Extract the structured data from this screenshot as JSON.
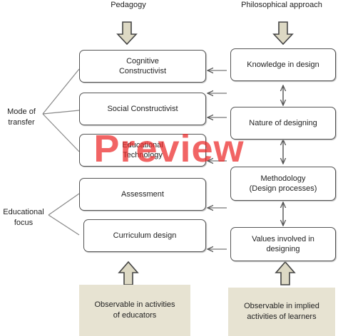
{
  "headers": {
    "pedagogy": "Pedagogy",
    "philosophical": "Philosophical approach"
  },
  "pedagogy_boxes": [
    {
      "line1": "Cognitive",
      "line2": "Constructivist"
    },
    {
      "line1": "Social Constructivist",
      "line2": ""
    },
    {
      "line1": "Educational",
      "line2": "Technology"
    },
    {
      "line1": "Assessment",
      "line2": ""
    },
    {
      "line1": "Curriculum design",
      "line2": ""
    }
  ],
  "philosophy_boxes": [
    {
      "line1": "Knowledge in design",
      "line2": ""
    },
    {
      "line1": "Nature of designing",
      "line2": ""
    },
    {
      "line1": "Methodology",
      "line2": "(Design processes)"
    },
    {
      "line1": "Values involved in",
      "line2": "designing"
    }
  ],
  "side_labels": {
    "mode_of_transfer": {
      "line1": "Mode of",
      "line2": "transfer"
    },
    "educational_focus": {
      "line1": "Educational",
      "line2": "focus"
    }
  },
  "footer_boxes": {
    "educators": {
      "line1": "Observable in activities",
      "line2": "of educators"
    },
    "learners": {
      "line1": "Observable in  implied",
      "line2": "activities  of learners"
    }
  },
  "watermark": "Preview",
  "colors": {
    "box_border": "#555555",
    "footer_fill": "#e7e3d2",
    "watermark": "#eb2828",
    "arrow_fill": "#ddd9c4"
  }
}
